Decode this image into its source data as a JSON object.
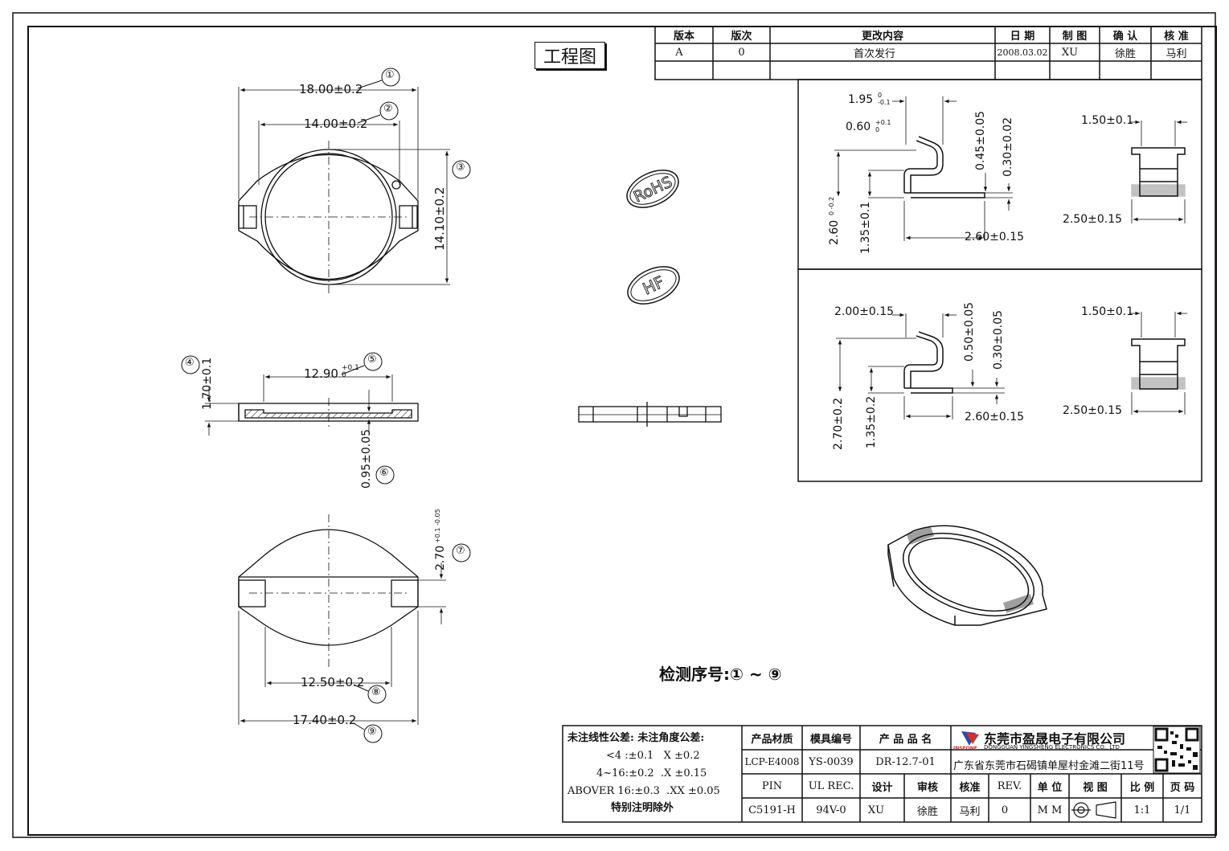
{
  "title": "工程图",
  "revision_table": {
    "headers": [
      "版本",
      "版次",
      "更改内容",
      "日 期",
      "制 图",
      "确 认",
      "核 准"
    ],
    "row": [
      "A",
      "0",
      "首次发行",
      "2008.03.02",
      "XU",
      "徐胜",
      "马利"
    ]
  },
  "marks": {
    "rohs": "RoHS",
    "hf": "HF"
  },
  "dims": {
    "d1": "18.00±0.2",
    "d2": "14.00±0.2",
    "d3": "14.10±0.2",
    "d4": "1.70±0.1",
    "d5": "12.90",
    "d5_tol": "+0.1 0",
    "d6": "0.95±0.05",
    "d7": "2.70",
    "d7_tol": "+0.1 -0.05",
    "d8": "12.50±0.2",
    "d9": "17.40±0.2"
  },
  "circle_nums": [
    "①",
    "②",
    "③",
    "④",
    "⑤",
    "⑥",
    "⑦",
    "⑧",
    "⑨"
  ],
  "detail_top": {
    "a": "1.95",
    "a_tol": "0 -0.1",
    "b": "0.60",
    "b_tol": "+0.1 0",
    "c": "0.45±0.05",
    "d": "0.30±0.02",
    "e": "2.60",
    "e_tol": "0 -0.2",
    "f": "1.35±0.1",
    "g": "2.60±0.15",
    "h": "1.50±0.1",
    "i": "2.50±0.15"
  },
  "detail_bottom": {
    "a": "2.00±0.15",
    "c": "0.50±0.05",
    "d": "0.30±0.05",
    "e": "2.70±0.2",
    "f": "1.35±0.2",
    "g": "2.60±0.15",
    "h": "1.50±0.1",
    "i": "2.50±0.15"
  },
  "inspection": "检测序号:① ~ ⑨",
  "tolerance_note": {
    "line1": "未注线性公差:  未注角度公差:",
    "line2": "<4 :±0.1   X ±0.2",
    "line3": "4~16:±0.2  .X ±0.15",
    "line4": "ABOVER 16:±0.3  .XX ±0.05",
    "line5": "特别注明除外"
  },
  "info": {
    "h_material": "产品材质",
    "h_mold": "模具编号",
    "h_name": "产 品 品 名",
    "material": "LCP-E4008",
    "mold": "YS-0039",
    "name": "DR-12.7-01",
    "h_pin": "PIN",
    "h_ul": "UL REC.",
    "h_design": "设计",
    "h_review": "审核",
    "h_approve": "核准",
    "h_rev": "REV.",
    "h_unit": "单 位",
    "h_view": "视 图",
    "h_scale": "比 例",
    "h_page": "页 码",
    "pin": "C5191-H",
    "ul": "94V-0",
    "design": "XU",
    "review": "徐胜",
    "approve": "马利",
    "rev": "0",
    "unit": "M M",
    "scale": "1:1",
    "page": "1/1"
  },
  "company": {
    "name_cn": "东莞市盈晟电子有限公司",
    "name_en": "DONGGUAN YINGSHENG ELECTRONICS CO., LTD",
    "logo_text": "INSEONE",
    "address": "广东省东莞市石碣镇单屋村金滩二街11号"
  }
}
